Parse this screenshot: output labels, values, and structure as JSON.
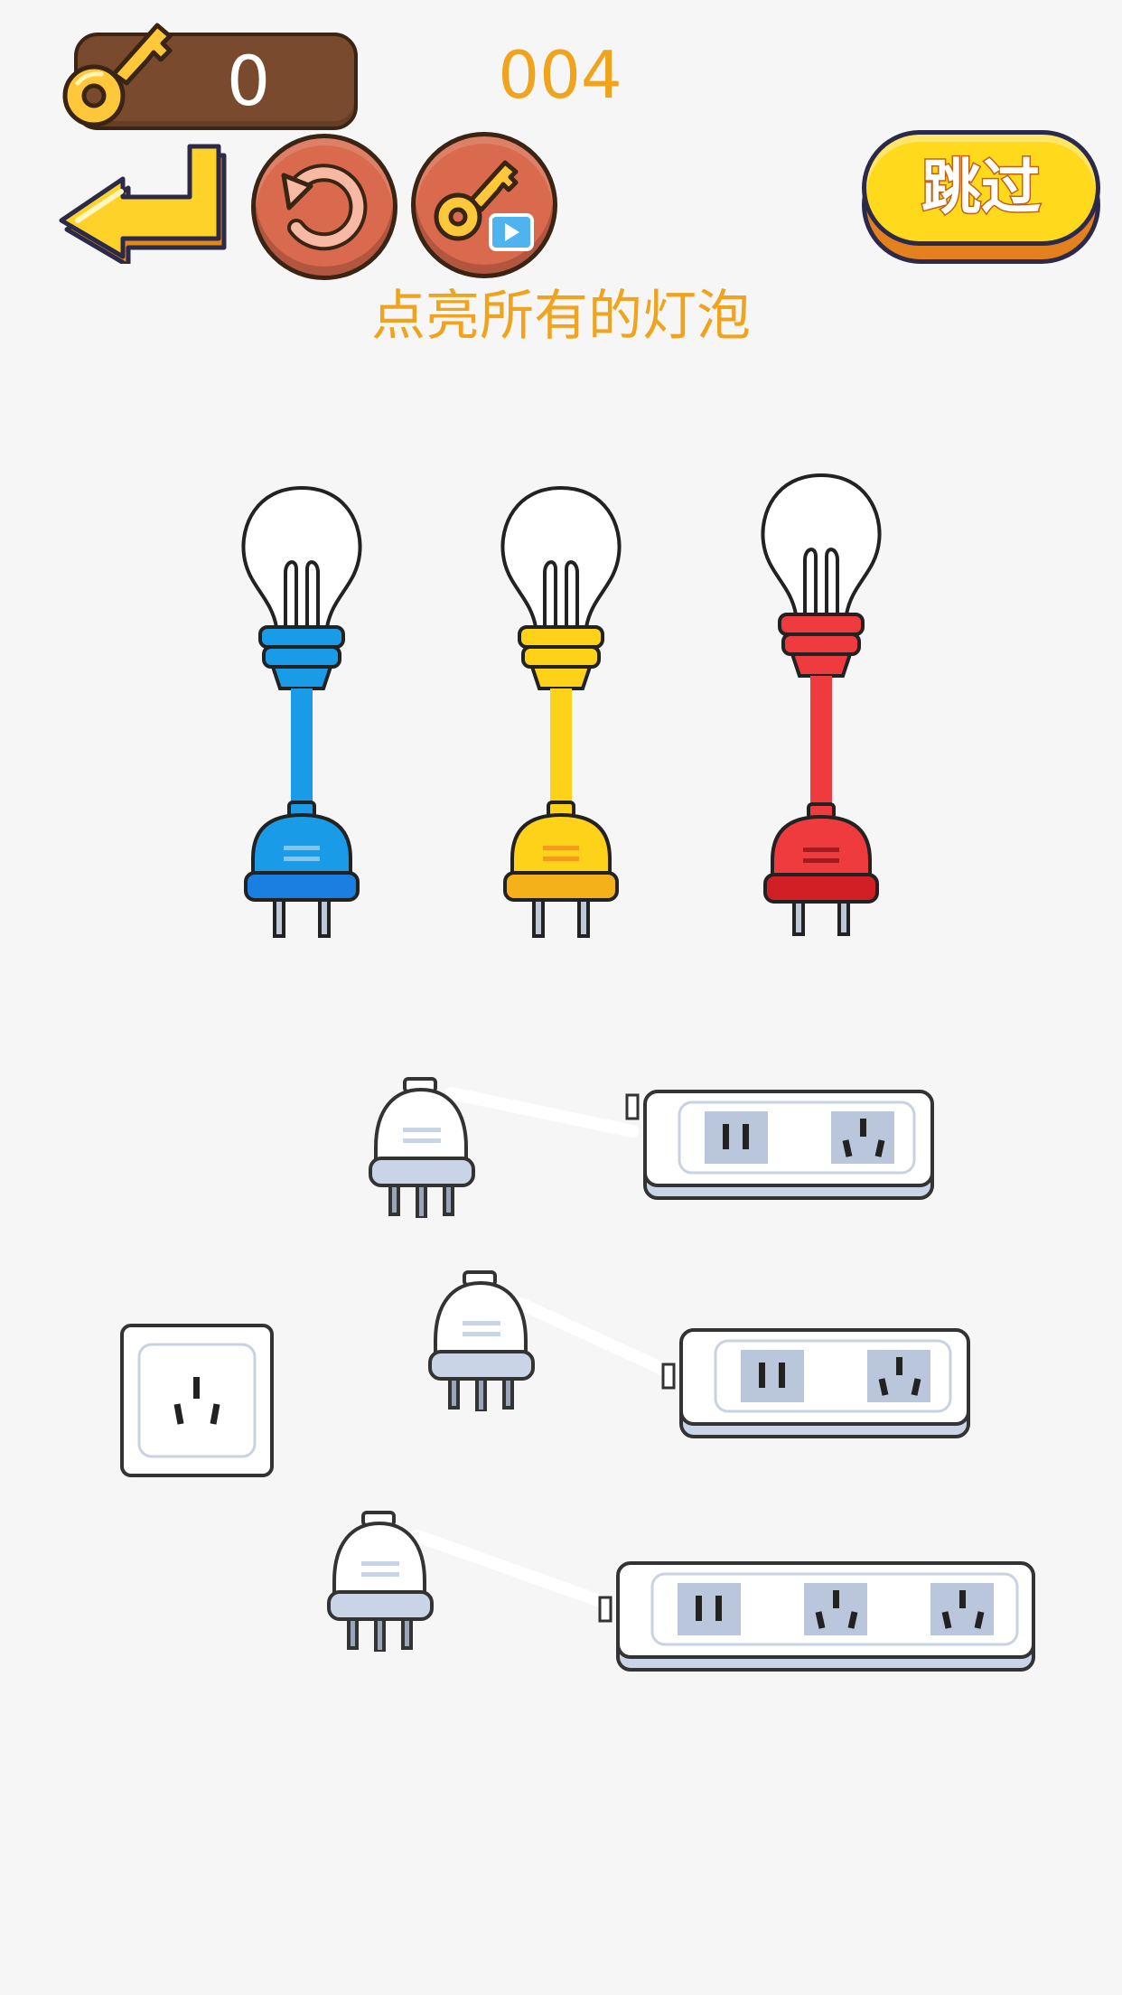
{
  "hud": {
    "key_count": "0",
    "level_number": "004",
    "skip_label": "跳过",
    "instruction": "点亮所有的灯泡"
  },
  "colors": {
    "accent_orange": "#f0a41e",
    "skip_yellow": "#ffd91c",
    "bulb_blue": "#1a9be8",
    "bulb_yellow": "#ffd21a",
    "bulb_red": "#ef3b3d"
  },
  "icons": {
    "back": "back-arrow-icon",
    "restart": "restart-icon",
    "hint": "key-video-icon",
    "counter": "key-icon"
  },
  "bulbs": [
    {
      "color": "blue",
      "lit": false
    },
    {
      "color": "yellow",
      "lit": false
    },
    {
      "color": "red",
      "lit": false
    }
  ],
  "sockets": {
    "wall_outlet": 1,
    "power_strips": [
      2,
      2,
      3
    ]
  }
}
